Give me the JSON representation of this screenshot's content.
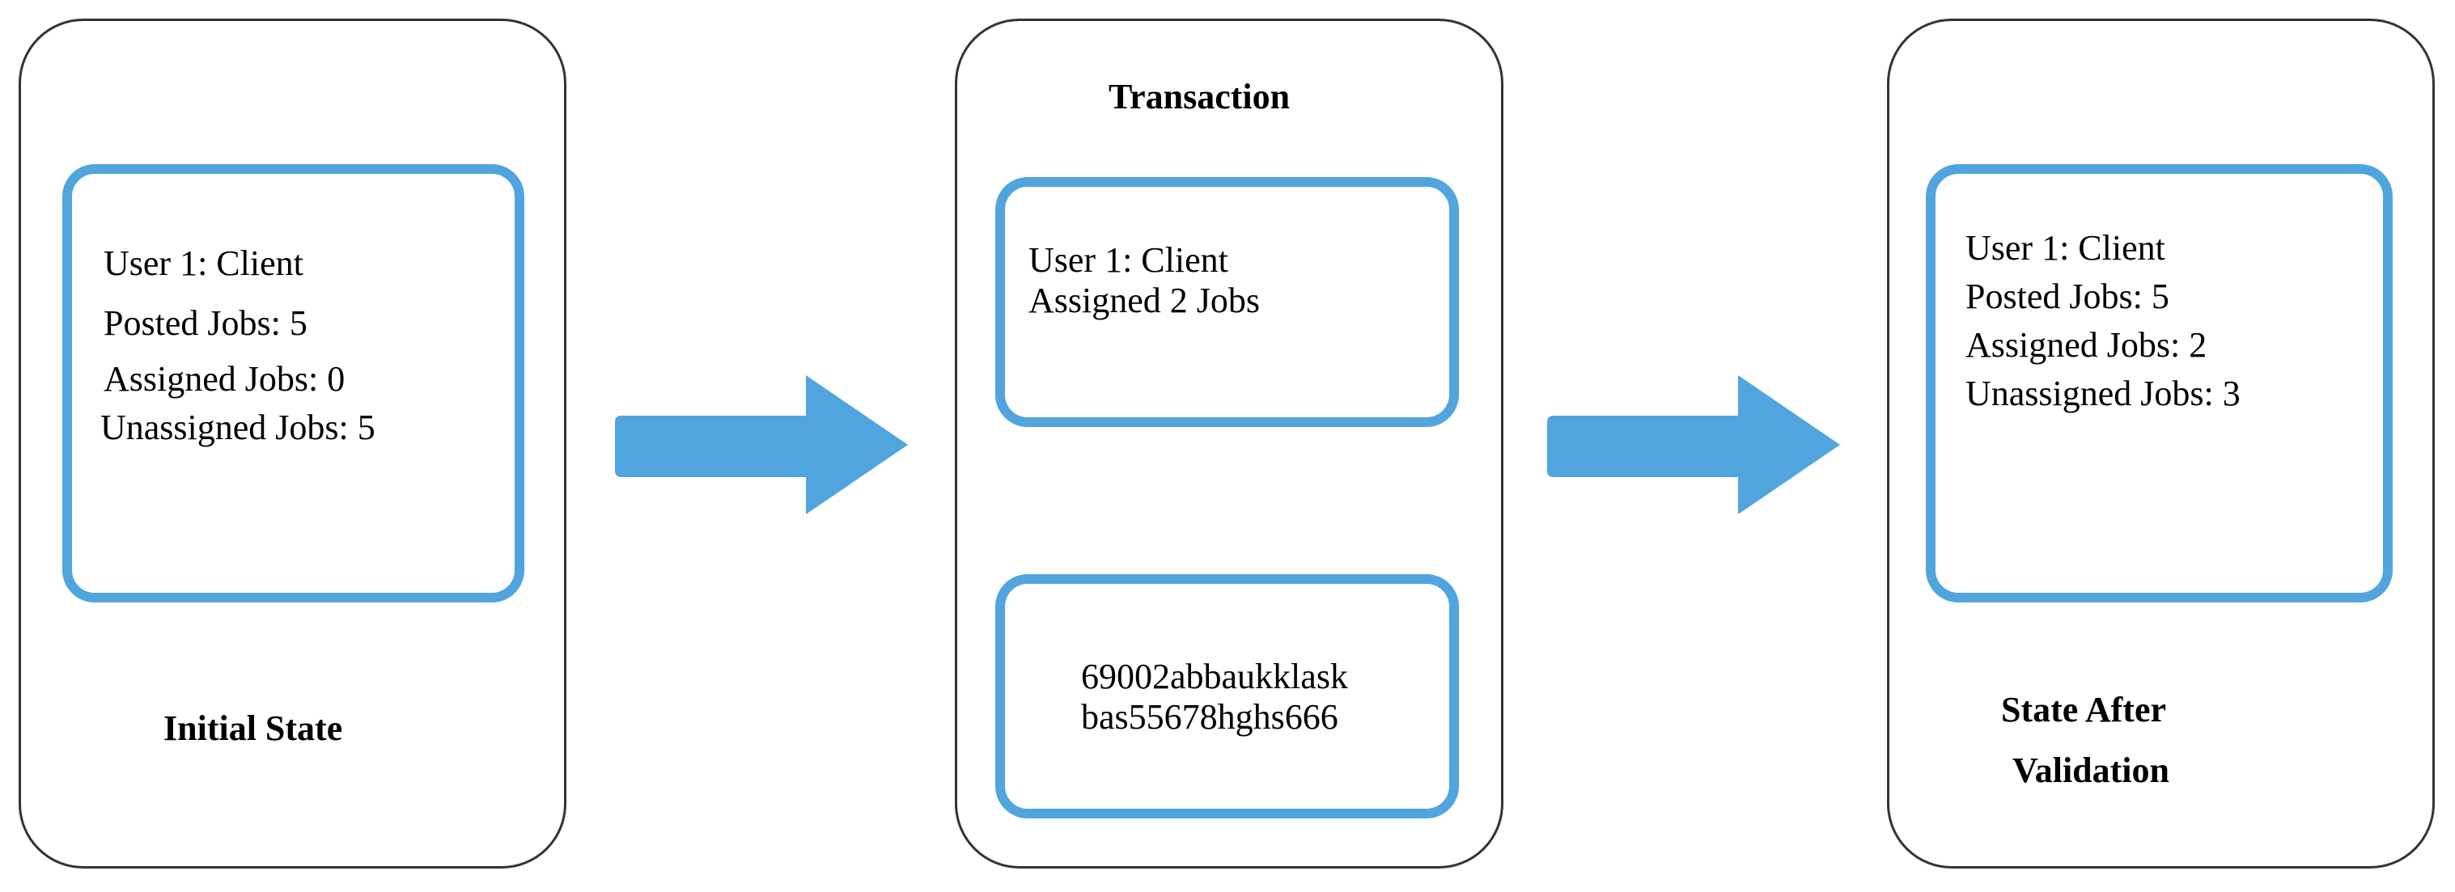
{
  "colors": {
    "accent": "#51a5de",
    "panel_border": "#333333"
  },
  "initial_state": {
    "lines": [
      "User 1: Client",
      "Posted Jobs: 5",
      "Assigned Jobs: 0",
      "Unassigned Jobs: 5"
    ],
    "label": "Initial State"
  },
  "transaction": {
    "title": "Transaction",
    "lines": [
      "User 1: Client",
      "Assigned 2 Jobs"
    ],
    "hash_lines": [
      "69002abbaukklask",
      "bas55678hghs666"
    ]
  },
  "final_state": {
    "lines": [
      "User 1: Client",
      "Posted Jobs: 5",
      "Assigned Jobs: 2",
      "Unassigned Jobs: 3"
    ],
    "label_lines": [
      "State After",
      "Validation"
    ]
  },
  "arrows": [
    "right-arrow-icon",
    "right-arrow-icon"
  ]
}
